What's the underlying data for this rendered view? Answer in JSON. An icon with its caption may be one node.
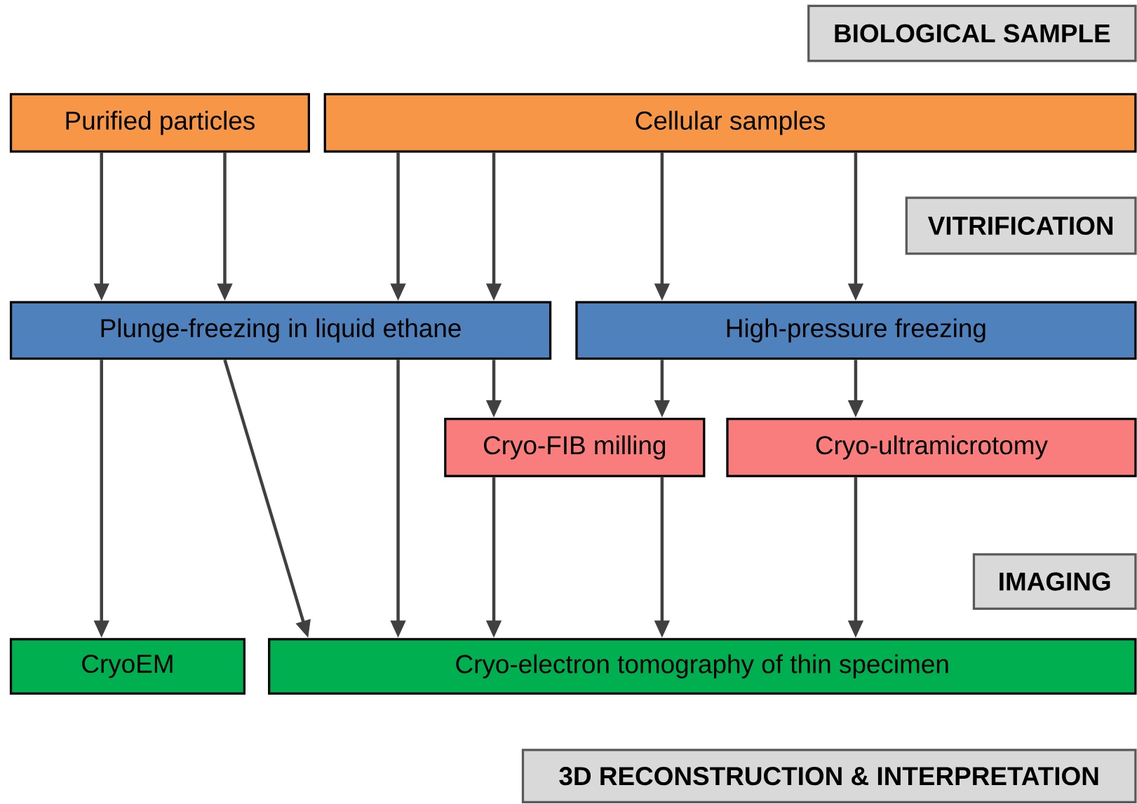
{
  "diagram": {
    "nodes": [
      {
        "text": [
          "BIOLOGICAL  SAMPLE"
        ]
      },
      {
        "text": [
          "Purified particles"
        ]
      },
      {
        "text": [
          "Cellular samples"
        ]
      },
      {
        "text": [
          "VITRIFICATION"
        ]
      },
      {
        "text": [
          "Plunge-freezing in liquid ethane"
        ]
      },
      {
        "text": [
          "High-pressure freezing"
        ]
      },
      {
        "text": [
          "Cryo-FIB milling"
        ]
      },
      {
        "text": [
          "Cryo-ultramicrotomy"
        ]
      },
      {
        "text": [
          "IMAGING"
        ]
      },
      {
        "text": [
          "CryoEM"
        ]
      },
      {
        "text": [
          "Cryo-electron tomography of thin specimen"
        ]
      },
      {
        "text": [
          "3D RECONSTRUCTION & INTERPRETATION"
        ]
      }
    ],
    "edges": [
      {
        "from": 1,
        "to": 4,
        "arrow": "to"
      },
      {
        "from": 1,
        "to": 4,
        "arrow": "to"
      },
      {
        "from": 2,
        "to": 4,
        "arrow": "to"
      },
      {
        "from": 2,
        "to": 4,
        "arrow": "to"
      },
      {
        "from": 2,
        "to": 5,
        "arrow": "to"
      },
      {
        "from": 2,
        "to": 5,
        "arrow": "to"
      },
      {
        "from": 4,
        "to": 9,
        "arrow": "to"
      },
      {
        "from": 4,
        "to": 10,
        "arrow": "to"
      },
      {
        "from": 4,
        "to": 10,
        "arrow": "to"
      },
      {
        "from": 4,
        "to": 6,
        "arrow": "to"
      },
      {
        "from": 5,
        "to": 6,
        "arrow": "to"
      },
      {
        "from": 5,
        "to": 7,
        "arrow": "to"
      },
      {
        "from": 6,
        "to": 10,
        "arrow": "to"
      },
      {
        "from": 6,
        "to": 10,
        "arrow": "to"
      },
      {
        "from": 7,
        "to": 10,
        "arrow": "to"
      }
    ]
  }
}
